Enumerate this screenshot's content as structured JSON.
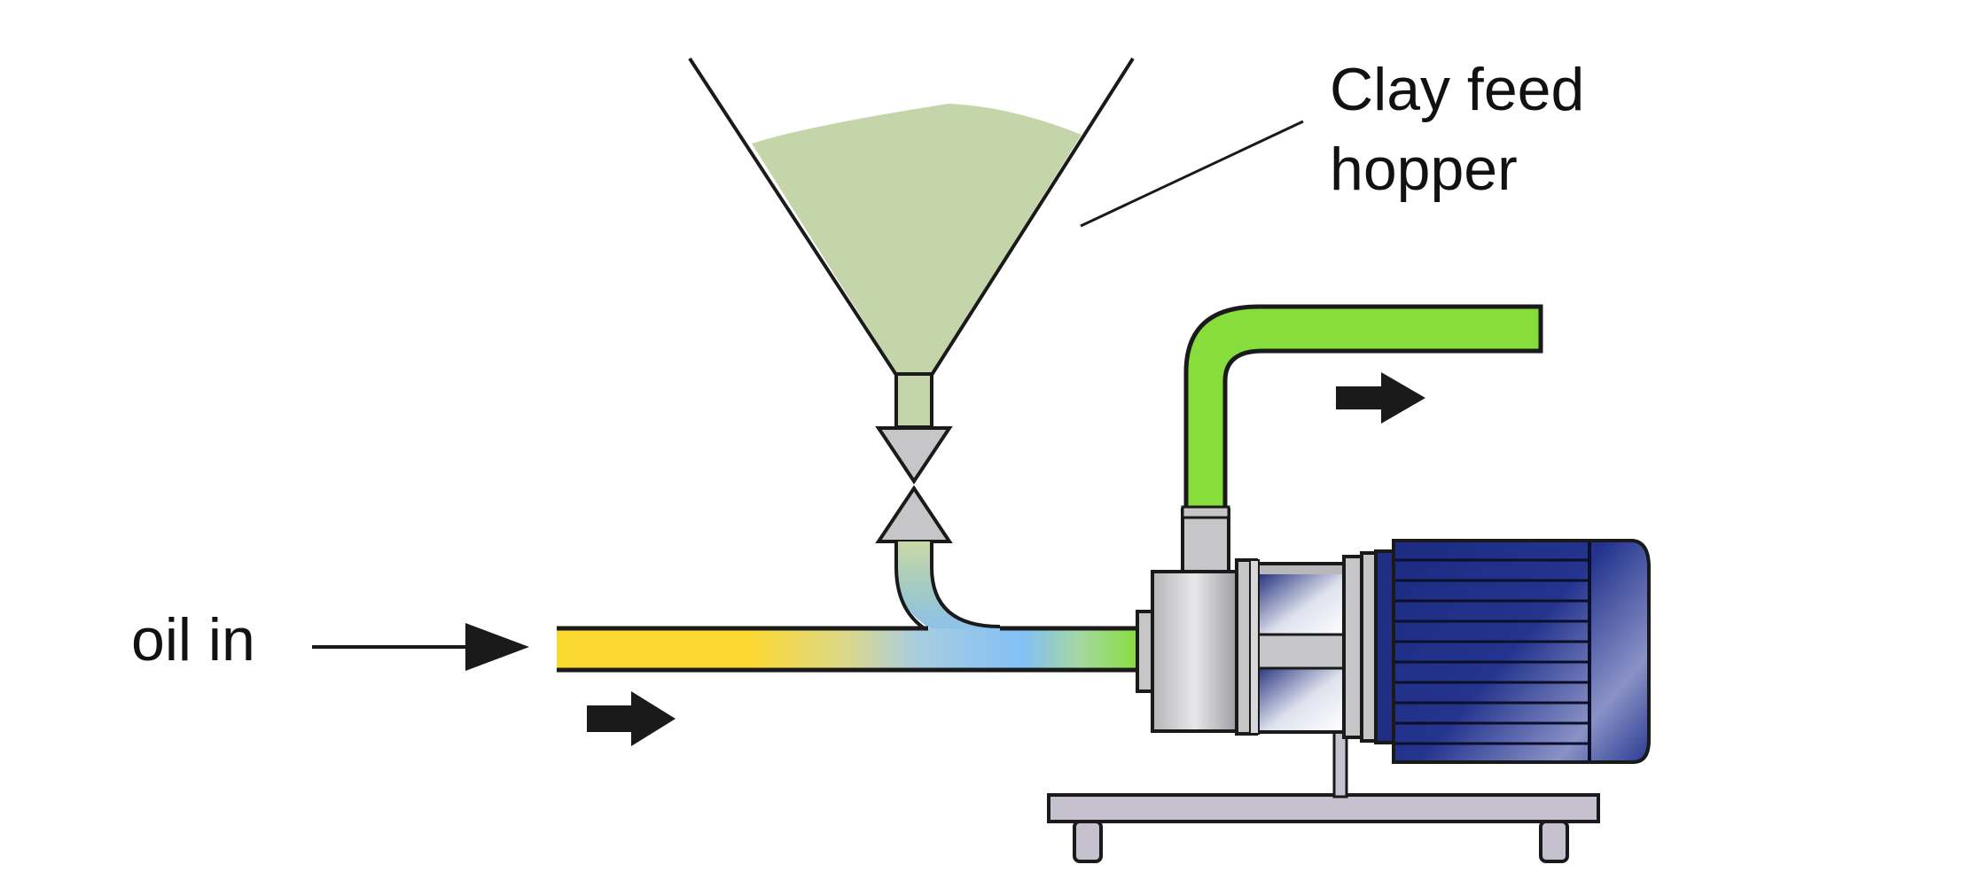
{
  "labels": {
    "hopper_line1": "Clay feed",
    "hopper_line2": "hopper",
    "oil_in": "oil in"
  },
  "colors": {
    "oil": "#fbd830",
    "mix": "#82c0f5",
    "clean": "#87dd3c",
    "clay": "#c5d5aa",
    "steel": "#c6c6c8",
    "motor": "#1f2d83",
    "base": "#c5c1ce",
    "outline": "#1a1a1a"
  },
  "icons": [
    "arrow-right-icon",
    "gate-valve-icon",
    "centrifugal-pump-icon",
    "electric-motor-icon"
  ]
}
